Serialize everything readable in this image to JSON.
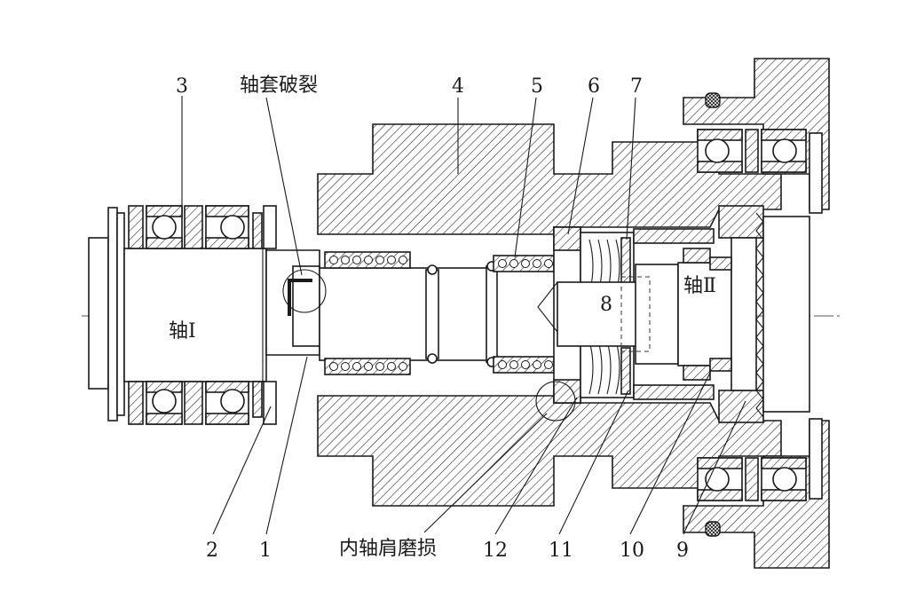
{
  "annotations": {
    "sleeve_crack": "轴套破裂",
    "inner_shoulder_wear": "内轴肩磨损",
    "shaft_1": "轴Ⅰ",
    "shaft_2": "轴Ⅱ"
  },
  "part_numbers": [
    "1",
    "2",
    "3",
    "4",
    "5",
    "6",
    "7",
    "8",
    "9",
    "10",
    "11",
    "12"
  ],
  "colors": {
    "line": "#1a1a1a",
    "background": "#ffffff"
  }
}
